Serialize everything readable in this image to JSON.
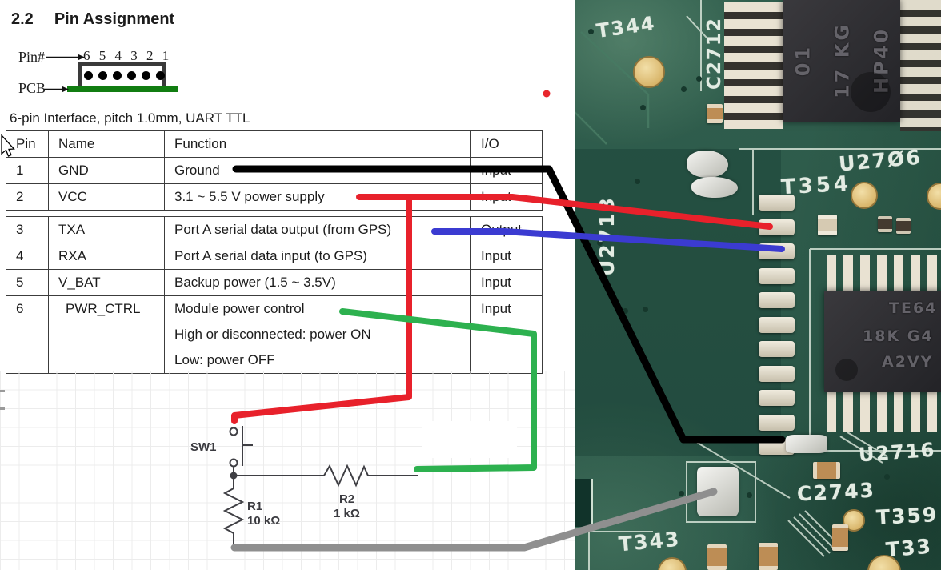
{
  "document": {
    "heading_number": "2.2",
    "heading_title": "Pin Assignment",
    "pin_diagram": {
      "pin_label": "Pin#",
      "pcb_label": "PCB",
      "pin_numbers": "6 5 4 3 2 1"
    },
    "subtitle": "6-pin Interface, pitch 1.0mm, UART TTL",
    "table": {
      "headers": [
        "Pin",
        "Name",
        "Function",
        "I/O"
      ],
      "rows": [
        {
          "pin": "1",
          "name": "GND",
          "function": [
            "Ground"
          ],
          "io": "Input"
        },
        {
          "pin": "2",
          "name": "VCC",
          "function": [
            "3.1 ~ 5.5 V power supply"
          ],
          "io": "Input"
        },
        {
          "pin": "3",
          "name": "TXA",
          "function": [
            "Port A serial data output (from GPS)"
          ],
          "io": "Output"
        },
        {
          "pin": "4",
          "name": "RXA",
          "function": [
            "Port A serial data input (to GPS)"
          ],
          "io": "Input"
        },
        {
          "pin": "5",
          "name": "V_BAT",
          "function": [
            "Backup power (1.5 ~ 3.5V)"
          ],
          "io": "Input"
        },
        {
          "pin": "6",
          "name": "PWR_CTRL",
          "function": [
            "Module power control",
            "High or disconnected: power ON",
            "Low: power OFF"
          ],
          "io": "Input"
        }
      ]
    }
  },
  "schematic": {
    "switch_label": "SW1",
    "r1_label": "R1",
    "r1_value": "10 kΩ",
    "r2_label": "R2",
    "r2_value": "1 kΩ"
  },
  "pcb_photo": {
    "silkscreen_labels": [
      {
        "text": "T344"
      },
      {
        "text": "C2712"
      },
      {
        "text": "U2713"
      },
      {
        "text": "T354"
      },
      {
        "text": "U27Ø6"
      },
      {
        "text": "U2716"
      },
      {
        "text": "C2743"
      },
      {
        "text": "T359"
      },
      {
        "text": "T343"
      },
      {
        "text": "T33"
      }
    ],
    "chip_top_markings": [
      "HP40",
      "17 KG",
      "01"
    ],
    "chip_mid_markings": [
      "TE64",
      "18K G4",
      "A2VY"
    ]
  },
  "wires": {
    "colors": {
      "gnd": "#000000",
      "vcc": "#e8212b",
      "txa": "#3b3bd1",
      "pwr_ctrl": "#2db14f",
      "ground_return": "#8f8f8f"
    }
  }
}
